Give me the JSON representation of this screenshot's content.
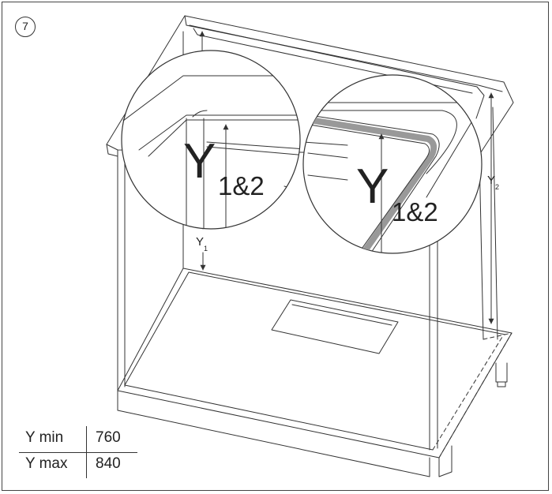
{
  "step": {
    "number": "7"
  },
  "labels": {
    "y_big": "Y",
    "y_sub": "1&2",
    "y1_main": "Y",
    "y1_sub": "1",
    "y2_main": "Y",
    "y2_sub": "2"
  },
  "spec_table": {
    "rows": [
      {
        "label": "Y min",
        "value": "760"
      },
      {
        "label": "Y max",
        "value": "840"
      }
    ]
  },
  "colors": {
    "line": "#333333",
    "gasket": "#999999"
  }
}
